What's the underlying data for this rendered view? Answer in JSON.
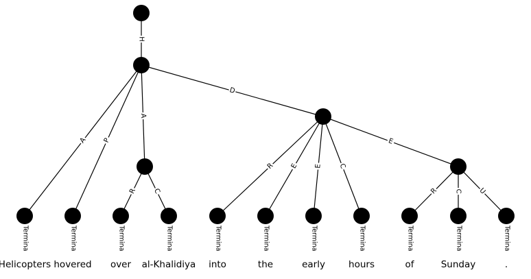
{
  "diagram": {
    "nodes": [
      {
        "id": "top"
      },
      {
        "id": "h"
      },
      {
        "id": "a"
      },
      {
        "id": "d"
      },
      {
        "id": "de"
      },
      {
        "id": "w1",
        "label": "Termina",
        "word": "Helicopters"
      },
      {
        "id": "w2",
        "label": "Termina",
        "word": "hovered"
      },
      {
        "id": "w3",
        "label": "Termina",
        "word": "over"
      },
      {
        "id": "w4",
        "label": "Termina",
        "word": "al-Khalidiya"
      },
      {
        "id": "w5",
        "label": "Termina",
        "word": "into"
      },
      {
        "id": "w6",
        "label": "Termina",
        "word": "the"
      },
      {
        "id": "w7",
        "label": "Termina",
        "word": "early"
      },
      {
        "id": "w8",
        "label": "Termina",
        "word": "hours"
      },
      {
        "id": "w9",
        "label": "Termina",
        "word": "of"
      },
      {
        "id": "w10",
        "label": "Termina",
        "word": "Sunday"
      },
      {
        "id": "w11",
        "label": "Termina",
        "word": "."
      }
    ],
    "edges": [
      {
        "from": "top",
        "to": "h",
        "label": "H"
      },
      {
        "from": "h",
        "to": "w1",
        "label": "A"
      },
      {
        "from": "h",
        "to": "w2",
        "label": "P"
      },
      {
        "from": "h",
        "to": "a",
        "label": "A"
      },
      {
        "from": "h",
        "to": "d",
        "label": "D"
      },
      {
        "from": "a",
        "to": "w3",
        "label": "R"
      },
      {
        "from": "a",
        "to": "w4",
        "label": "C"
      },
      {
        "from": "d",
        "to": "w5",
        "label": "R"
      },
      {
        "from": "d",
        "to": "w6",
        "label": "E"
      },
      {
        "from": "d",
        "to": "w7",
        "label": "E"
      },
      {
        "from": "d",
        "to": "w8",
        "label": "C"
      },
      {
        "from": "d",
        "to": "de",
        "label": "E"
      },
      {
        "from": "de",
        "to": "w9",
        "label": "R"
      },
      {
        "from": "de",
        "to": "w10",
        "label": "C"
      },
      {
        "from": "de",
        "to": "w11",
        "label": "U"
      }
    ]
  }
}
